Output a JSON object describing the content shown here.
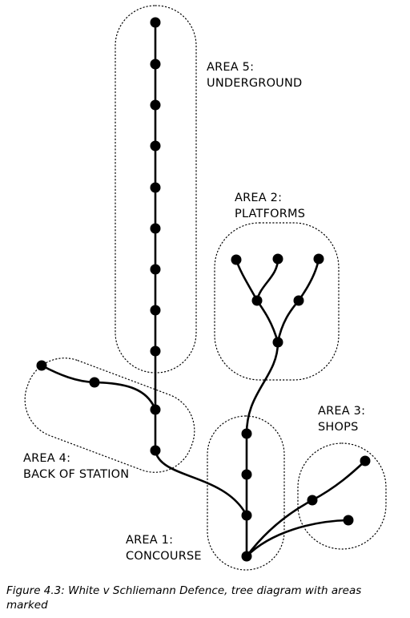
{
  "areas": [
    {
      "id": "area-5",
      "lines": [
        "AREA 5:",
        "UNDERGROUND"
      ]
    },
    {
      "id": "area-2",
      "lines": [
        "AREA 2:",
        "PLATFORMS"
      ]
    },
    {
      "id": "area-3",
      "lines": [
        "AREA 3:",
        "SHOPS"
      ]
    },
    {
      "id": "area-4",
      "lines": [
        "AREA 4:",
        "BACK OF STATION"
      ]
    },
    {
      "id": "area-1",
      "lines": [
        "AREA 1:",
        "CONCOURSE"
      ]
    }
  ],
  "caption": "Figure 4.3:  White v Schliemann Defence, tree diagram with areas marked"
}
